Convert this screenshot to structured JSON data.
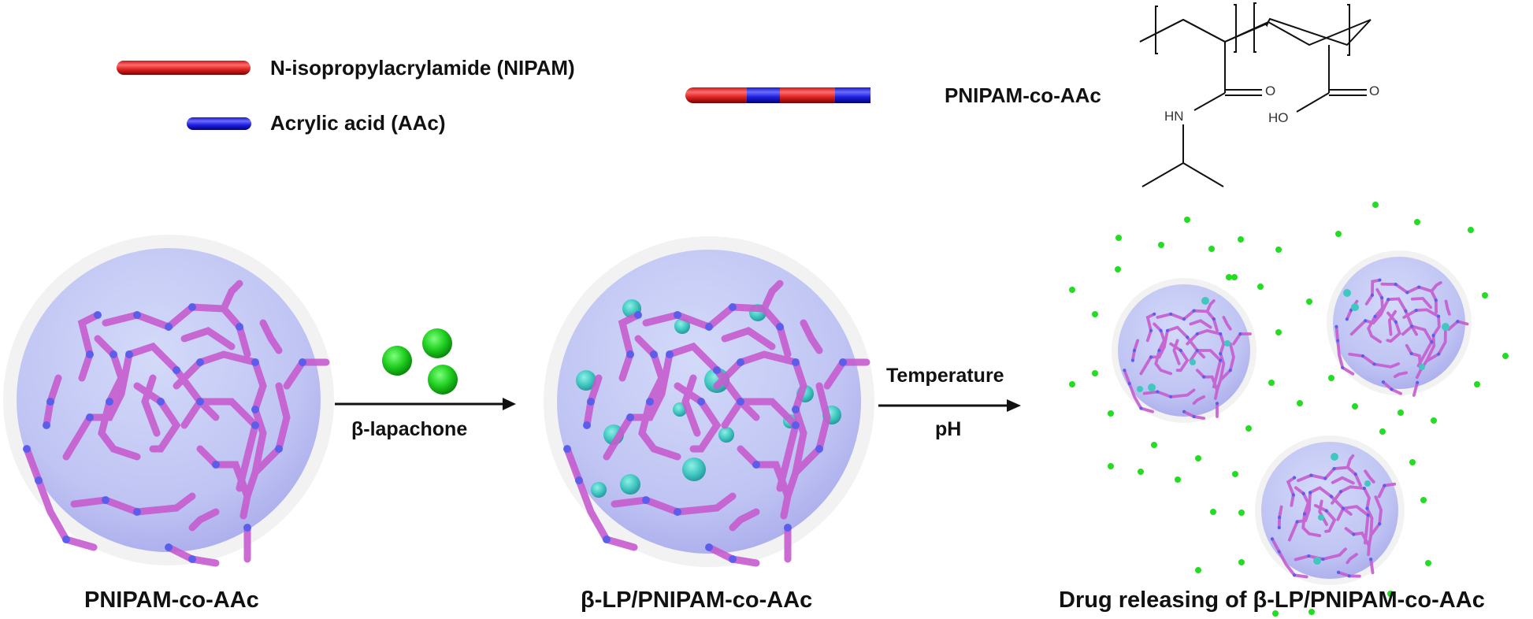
{
  "legend": {
    "nipam": {
      "label": "N-isopropylacrylamide (NIPAM)",
      "color": "#e02525"
    },
    "aac": {
      "label": "Acrylic acid (AAc)",
      "color": "#2020e0"
    },
    "copolymer": {
      "label": "PNIPAM-co-AAc",
      "segments": [
        "red",
        "blue",
        "red",
        "blue"
      ]
    }
  },
  "structure": {
    "atoms": {
      "o1": "O",
      "hn": "HN",
      "o2": "O",
      "ho": "HO"
    }
  },
  "steps": [
    {
      "caption": "PNIPAM-co-AAc",
      "sphere_color": "#c3c8f5"
    },
    {
      "caption": "β-LP/PNIPAM-co-AAc",
      "sphere_color": "#c3c8f5",
      "drug_color": "#3fc7c0"
    },
    {
      "caption": "Drug releasing of β-LP/PNIPAM-co-AAc",
      "released_drug_color": "#22dd22"
    }
  ],
  "arrows": [
    {
      "label_below": "β-lapachone",
      "icon": "green-drug-spheres"
    },
    {
      "label_above": "Temperature",
      "label_below": "pH"
    }
  ],
  "colors": {
    "polymer_rod": "#c65ccf",
    "polymer_joint": "#4a5cf0",
    "drug_green": "#22cc22",
    "halo": "#f2f2f2"
  }
}
